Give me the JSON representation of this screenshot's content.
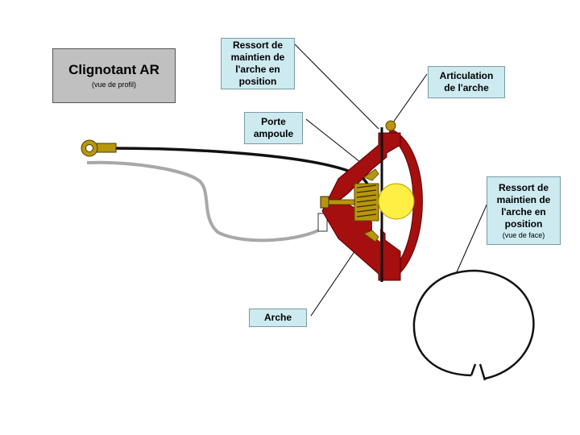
{
  "title": {
    "main": "Clignotant AR",
    "subtitle": "(vue de profil)"
  },
  "labels": {
    "ressort_profil": [
      "Ressort de",
      "maintien de",
      "l'arche en",
      "position"
    ],
    "articulation": [
      "Articulation",
      "de l'arche"
    ],
    "porte_ampoule": [
      "Porte",
      "ampoule"
    ],
    "arche": "Arche",
    "ressort_face": [
      "Ressort de",
      "maintien de",
      "l'arche en",
      "position"
    ],
    "ressort_face_sub": "(vue de face)"
  },
  "colors": {
    "arch": "#a50f0f",
    "socket": "#b8960c",
    "bulb": "#ffee44",
    "label_bg": "#cdeaf0",
    "title_bg": "#c0c0c0",
    "ground_wire": "#a8a8a8"
  }
}
